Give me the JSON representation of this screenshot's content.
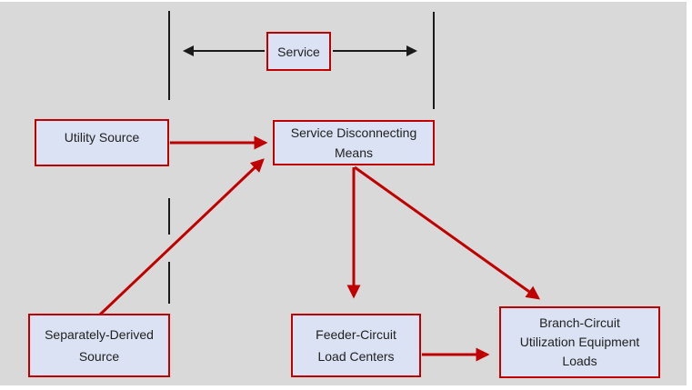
{
  "diagram": {
    "nodes": {
      "service": {
        "label": "Service"
      },
      "utility_source": {
        "label": "Utility Source"
      },
      "service_disconnecting_means": {
        "lines": [
          "Service Disconnecting",
          "Means"
        ]
      },
      "separately_derived_source": {
        "lines": [
          "Separately-Derived",
          "Source"
        ]
      },
      "feeder_circuit_load_centers": {
        "lines": [
          "Feeder-Circuit",
          "Load Centers"
        ]
      },
      "branch_circuit_loads": {
        "lines": [
          "Branch-Circuit",
          "Utilization Equipment",
          "Loads"
        ]
      }
    },
    "edges": [
      {
        "from": "utility_source",
        "to": "service_disconnecting_means",
        "style": "red-arrow"
      },
      {
        "from": "separately_derived_source",
        "to": "service_disconnecting_means",
        "style": "red-arrow"
      },
      {
        "from": "service_disconnecting_means",
        "to": "feeder_circuit_load_centers",
        "style": "red-arrow"
      },
      {
        "from": "service_disconnecting_means",
        "to": "branch_circuit_loads",
        "style": "red-arrow"
      },
      {
        "from": "feeder_circuit_load_centers",
        "to": "branch_circuit_loads",
        "style": "red-arrow"
      },
      {
        "from": "service",
        "to": "left-boundary-line",
        "style": "black-arrow"
      },
      {
        "from": "service",
        "to": "right-boundary-line",
        "style": "black-arrow"
      }
    ],
    "reference_lines": [
      {
        "name": "left-boundary-line",
        "style": "black-dashed-vertical"
      },
      {
        "name": "right-boundary-line",
        "style": "black-solid-vertical"
      }
    ],
    "colors": {
      "page": "#ffffff",
      "background": "#d9d9d9",
      "node_fill": "#dbe2f3",
      "node_border": "#c00000",
      "arrow_red": "#c00000",
      "line_black": "#1a1a1a",
      "text": "#1f1f1f"
    }
  }
}
